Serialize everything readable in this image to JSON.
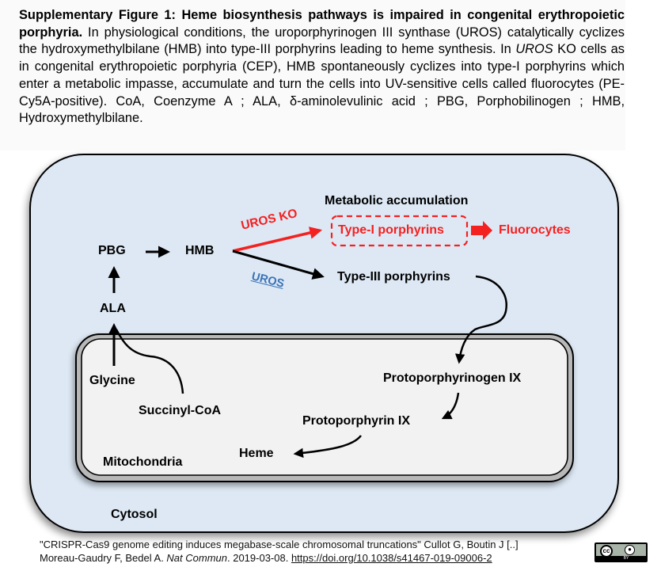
{
  "caption": {
    "title_bold": "Supplementary Figure 1: Heme biosynthesis pathways is impaired in congenital erythropoietic porphyria.",
    "body_1": " In physiological conditions, the uroporphyrinogen III synthase (UROS) catalytically cyclizes the hydroxymethylbilane (HMB) into type-III porphyrins leading to heme synthesis. In ",
    "body_italic": "UROS",
    "body_2": " KO cells as in congenital erythropoietic porphyria (CEP), HMB spontaneously cyclizes into type-I porphyrins which enter a metabolic impasse, accumulate and turn the cells into UV-sensitive cells called fluorocytes (PE-Cy5A-positive). CoA, Coenzyme A ; ALA, δ-aminolevulinic acid ; PBG, Porphobilinogen ; HMB, Hydroxymethylbilane."
  },
  "diagram": {
    "compartments": {
      "cytosol": "Cytosol",
      "mitochondria": "Mitochondria"
    },
    "nodes": {
      "glycine": "Glycine",
      "succinyl_coa": "Succinyl-CoA",
      "ala": "ALA",
      "pbg": "PBG",
      "hmb": "HMB",
      "type_i": "Type-I porphyrins",
      "type_iii": "Type-III porphyrins",
      "fluorocytes": "Fluorocytes",
      "protoporphyrinogen": "Protoporphyrinogen IX",
      "protoporphyrin": "Protoporphyrin IX",
      "heme": "Heme"
    },
    "annotations": {
      "metabolic_accumulation": "Metabolic accumulation",
      "uros_ko": "UROS KO",
      "uros": "UROS"
    },
    "colors": {
      "cytosol_fill": "#dde8f4",
      "mito_fill": "#f2f2f2",
      "accent_red": "#f42121",
      "uros_blue": "#3a72b6",
      "caption_bg": "#fafafa"
    }
  },
  "citation": {
    "line1": "\"CRISPR-Cas9 genome editing induces megabase-scale chromosomal truncations\" Cullot G, Boutin J [..]",
    "line2_prefix": "Moreau-Gaudry F, Bedel A. ",
    "journal": "Nat Commun",
    "line2_date": ". 2019-03-08. ",
    "doi": "https://doi.org/10.1038/s41467-019-09006-2",
    "license_badge": {
      "cc": "cc",
      "by": "BY"
    }
  }
}
